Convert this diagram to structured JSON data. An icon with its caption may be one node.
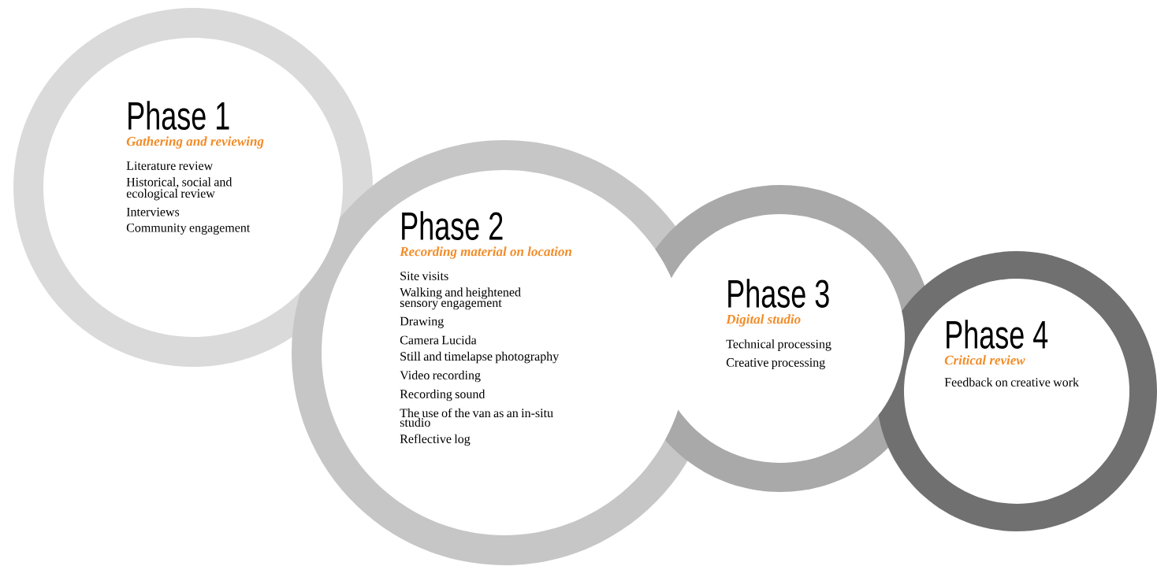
{
  "diagram": {
    "nodes": [
      {
        "text": [
          "Phase 1",
          "Gathering and reviewing",
          "Literature review",
          "Historical, social and ecological review",
          "Interviews",
          "Community engagement"
        ]
      },
      {
        "text": [
          "Phase 2",
          "Recording material on location",
          "Site visits",
          "Walking and heightened sensory engagement",
          "Drawing",
          "Camera Lucida",
          "Still and timelapse photography",
          "Video recording",
          "Recording sound",
          "The use of the van as an in-situ studio",
          "Reflective log"
        ]
      },
      {
        "text": [
          "Phase 3",
          "Digital studio",
          "Technical processing",
          "Creative processing"
        ]
      },
      {
        "text": [
          "Phase 4",
          "Critical review",
          "Feedback on creative work"
        ]
      }
    ]
  }
}
